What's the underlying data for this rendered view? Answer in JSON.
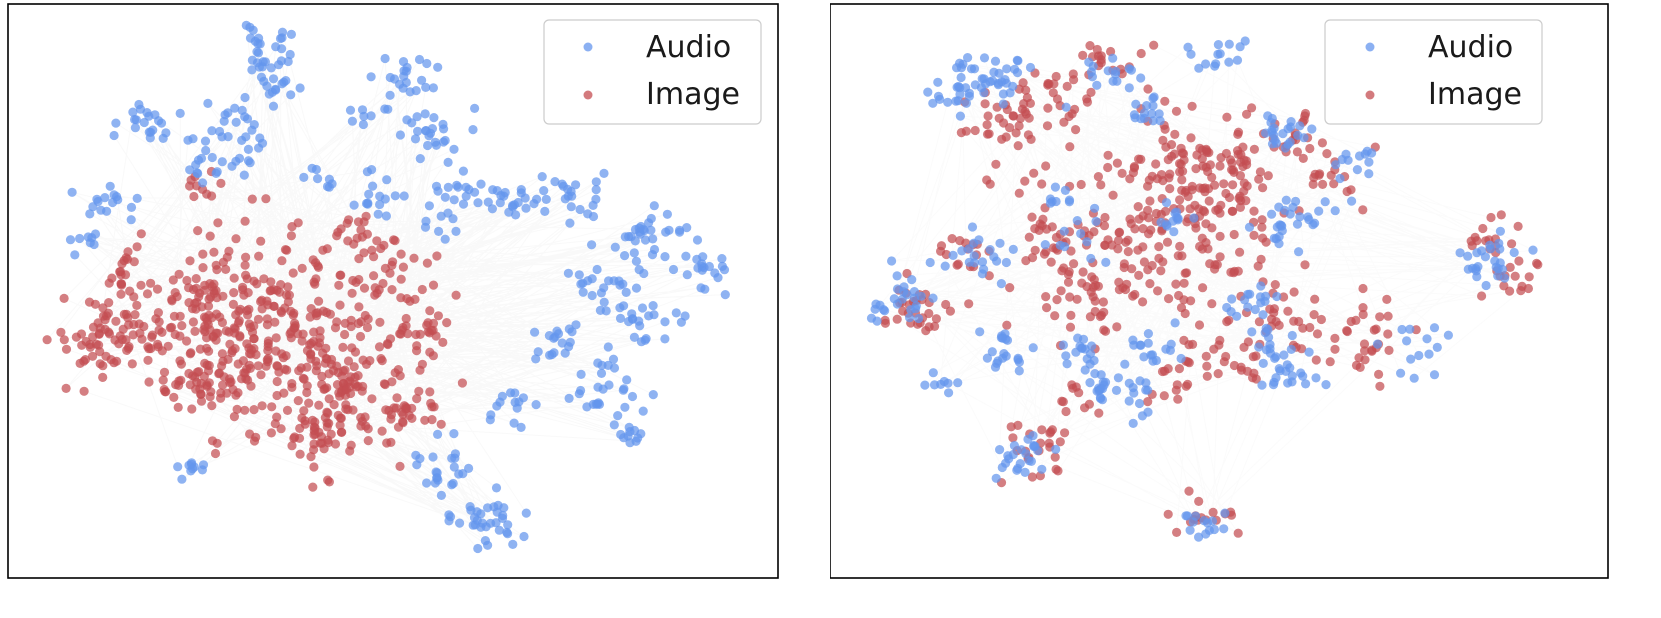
{
  "colors": {
    "audio": "#6495ed",
    "image": "#c44e52",
    "edge": "#b0b0b0",
    "frame": "#000000",
    "legend_border": "#cccccc"
  },
  "chart_data": [
    {
      "type": "scatter",
      "title": "",
      "xlabel": "",
      "ylabel": "",
      "axes_visible": false,
      "grid": false,
      "xlim": [
        0,
        100
      ],
      "ylim": [
        0,
        100
      ],
      "legend": {
        "placement": "top-right",
        "entries": [
          "Audio",
          "Image"
        ]
      },
      "series": [
        {
          "name": "Audio",
          "color": "#6495ed",
          "clusters": [
            {
              "x": 32.5,
              "y": 94.5,
              "n": 28,
              "spread": 2.2
            },
            {
              "x": 33.5,
              "y": 87.5,
              "n": 14,
              "spread": 1.6
            },
            {
              "x": 51.5,
              "y": 89.5,
              "n": 22,
              "spread": 2.0
            },
            {
              "x": 15.0,
              "y": 80.0,
              "n": 22,
              "spread": 2.2
            },
            {
              "x": 26.5,
              "y": 80.5,
              "n": 18,
              "spread": 2.0
            },
            {
              "x": 25.5,
              "y": 74.0,
              "n": 24,
              "spread": 2.6
            },
            {
              "x": 55.0,
              "y": 79.5,
              "n": 26,
              "spread": 2.2
            },
            {
              "x": 45.0,
              "y": 82.0,
              "n": 6,
              "spread": 1.2
            },
            {
              "x": 40.0,
              "y": 71.0,
              "n": 8,
              "spread": 1.2
            },
            {
              "x": 47.5,
              "y": 67.5,
              "n": 16,
              "spread": 2.0
            },
            {
              "x": 58.5,
              "y": 67.5,
              "n": 16,
              "spread": 2.0
            },
            {
              "x": 9.5,
              "y": 66.5,
              "n": 14,
              "spread": 2.0
            },
            {
              "x": 66.5,
              "y": 66.5,
              "n": 22,
              "spread": 2.6
            },
            {
              "x": 76.5,
              "y": 67.5,
              "n": 20,
              "spread": 2.4
            },
            {
              "x": 56.5,
              "y": 61.5,
              "n": 8,
              "spread": 1.4
            },
            {
              "x": 6.5,
              "y": 59.5,
              "n": 10,
              "spread": 1.4
            },
            {
              "x": 86.5,
              "y": 60.0,
              "n": 28,
              "spread": 2.4
            },
            {
              "x": 80.0,
              "y": 52.0,
              "n": 26,
              "spread": 3.0
            },
            {
              "x": 93.5,
              "y": 53.0,
              "n": 20,
              "spread": 2.0
            },
            {
              "x": 84.5,
              "y": 44.5,
              "n": 24,
              "spread": 2.6
            },
            {
              "x": 73.0,
              "y": 42.0,
              "n": 18,
              "spread": 2.0
            },
            {
              "x": 79.5,
              "y": 32.0,
              "n": 28,
              "spread": 2.8
            },
            {
              "x": 66.5,
              "y": 29.5,
              "n": 14,
              "spread": 1.8
            },
            {
              "x": 84.0,
              "y": 23.0,
              "n": 10,
              "spread": 1.4
            },
            {
              "x": 21.5,
              "y": 17.5,
              "n": 10,
              "spread": 1.0
            },
            {
              "x": 57.0,
              "y": 17.5,
              "n": 22,
              "spread": 2.8
            },
            {
              "x": 61.5,
              "y": 9.0,
              "n": 14,
              "spread": 2.4
            },
            {
              "x": 64.5,
              "y": 7.0,
              "n": 22,
              "spread": 2.2
            }
          ]
        },
        {
          "name": "Image",
          "color": "#c44e52",
          "clusters": [
            {
              "x": 36.0,
              "y": 44.0,
              "n": 230,
              "spread": 9.0
            },
            {
              "x": 23.0,
              "y": 45.0,
              "n": 140,
              "spread": 7.0
            },
            {
              "x": 9.0,
              "y": 42.0,
              "n": 70,
              "spread": 4.0
            },
            {
              "x": 43.0,
              "y": 32.0,
              "n": 90,
              "spread": 5.0
            },
            {
              "x": 39.0,
              "y": 23.0,
              "n": 40,
              "spread": 3.0
            },
            {
              "x": 54.0,
              "y": 42.5,
              "n": 22,
              "spread": 2.0
            },
            {
              "x": 52.0,
              "y": 27.5,
              "n": 22,
              "spread": 2.2
            },
            {
              "x": 22.0,
              "y": 34.0,
              "n": 36,
              "spread": 3.0
            },
            {
              "x": 23.5,
              "y": 69.0,
              "n": 10,
              "spread": 1.2
            },
            {
              "x": 44.5,
              "y": 61.0,
              "n": 12,
              "spread": 1.6
            },
            {
              "x": 12.0,
              "y": 55.0,
              "n": 10,
              "spread": 1.4
            },
            {
              "x": 50.0,
              "y": 55.0,
              "n": 16,
              "spread": 2.4
            }
          ]
        }
      ]
    },
    {
      "type": "scatter",
      "title": "",
      "xlabel": "",
      "ylabel": "",
      "axes_visible": false,
      "grid": false,
      "xlim": [
        0,
        100
      ],
      "ylim": [
        0,
        100
      ],
      "legend": {
        "placement": "top-right",
        "entries": [
          "Audio",
          "Image"
        ]
      },
      "series": [
        {
          "name": "Audio",
          "color": "#6495ed",
          "clusters": [
            {
              "x": 19.0,
              "y": 89.5,
              "n": 26,
              "spread": 2.4
            },
            {
              "x": 14.0,
              "y": 87.5,
              "n": 26,
              "spread": 2.2
            },
            {
              "x": 34.5,
              "y": 89.5,
              "n": 14,
              "spread": 2.4
            },
            {
              "x": 50.0,
              "y": 93.0,
              "n": 14,
              "spread": 2.2
            },
            {
              "x": 40.0,
              "y": 83.5,
              "n": 16,
              "spread": 2.0
            },
            {
              "x": 58.0,
              "y": 80.0,
              "n": 12,
              "spread": 1.6
            },
            {
              "x": 60.5,
              "y": 78.5,
              "n": 10,
              "spread": 1.6
            },
            {
              "x": 70.0,
              "y": 74.0,
              "n": 12,
              "spread": 1.6
            },
            {
              "x": 28.0,
              "y": 67.5,
              "n": 8,
              "spread": 1.2
            },
            {
              "x": 44.0,
              "y": 63.0,
              "n": 12,
              "spread": 1.4
            },
            {
              "x": 59.5,
              "y": 61.5,
              "n": 16,
              "spread": 1.8
            },
            {
              "x": 64.0,
              "y": 64.0,
              "n": 12,
              "spread": 1.8
            },
            {
              "x": 17.0,
              "y": 56.5,
              "n": 22,
              "spread": 2.8
            },
            {
              "x": 31.0,
              "y": 59.0,
              "n": 10,
              "spread": 2.4
            },
            {
              "x": 89.0,
              "y": 55.0,
              "n": 26,
              "spread": 2.4
            },
            {
              "x": 5.5,
              "y": 47.5,
              "n": 26,
              "spread": 2.4
            },
            {
              "x": 55.0,
              "y": 47.5,
              "n": 16,
              "spread": 1.8
            },
            {
              "x": 20.5,
              "y": 38.5,
              "n": 20,
              "spread": 2.0
            },
            {
              "x": 31.0,
              "y": 38.5,
              "n": 16,
              "spread": 1.8
            },
            {
              "x": 41.0,
              "y": 40.0,
              "n": 12,
              "spread": 1.6
            },
            {
              "x": 58.5,
              "y": 40.0,
              "n": 12,
              "spread": 1.6
            },
            {
              "x": 60.5,
              "y": 35.0,
              "n": 22,
              "spread": 2.4
            },
            {
              "x": 78.5,
              "y": 39.0,
              "n": 14,
              "spread": 2.4
            },
            {
              "x": 38.5,
              "y": 31.5,
              "n": 24,
              "spread": 2.4
            },
            {
              "x": 34.0,
              "y": 32.0,
              "n": 10,
              "spread": 1.4
            },
            {
              "x": 11.5,
              "y": 33.0,
              "n": 8,
              "spread": 1.0
            },
            {
              "x": 22.5,
              "y": 19.0,
              "n": 24,
              "spread": 2.6
            },
            {
              "x": 49.0,
              "y": 7.0,
              "n": 14,
              "spread": 1.6
            }
          ]
        },
        {
          "name": "Image",
          "color": "#c44e52",
          "clusters": [
            {
              "x": 43.0,
              "y": 63.0,
              "n": 230,
              "spread": 10.0
            },
            {
              "x": 50.0,
              "y": 72.0,
              "n": 60,
              "spread": 5.0
            },
            {
              "x": 20.0,
              "y": 83.0,
              "n": 30,
              "spread": 3.0
            },
            {
              "x": 28.0,
              "y": 87.0,
              "n": 24,
              "spread": 2.8
            },
            {
              "x": 35.5,
              "y": 92.0,
              "n": 14,
              "spread": 2.2
            },
            {
              "x": 61.0,
              "y": 79.0,
              "n": 18,
              "spread": 2.4
            },
            {
              "x": 67.0,
              "y": 73.0,
              "n": 16,
              "spread": 2.4
            },
            {
              "x": 90.0,
              "y": 60.0,
              "n": 14,
              "spread": 2.4
            },
            {
              "x": 92.0,
              "y": 53.0,
              "n": 16,
              "spread": 2.4
            },
            {
              "x": 8.0,
              "y": 47.5,
              "n": 30,
              "spread": 3.0
            },
            {
              "x": 33.0,
              "y": 48.0,
              "n": 30,
              "spread": 3.4
            },
            {
              "x": 60.0,
              "y": 44.5,
              "n": 24,
              "spread": 3.0
            },
            {
              "x": 72.0,
              "y": 40.0,
              "n": 30,
              "spread": 3.6
            },
            {
              "x": 51.0,
              "y": 38.0,
              "n": 26,
              "spread": 3.0
            },
            {
              "x": 27.0,
              "y": 59.0,
              "n": 20,
              "spread": 2.4
            },
            {
              "x": 14.5,
              "y": 56.0,
              "n": 14,
              "spread": 2.2
            },
            {
              "x": 44.5,
              "y": 33.0,
              "n": 14,
              "spread": 2.2
            },
            {
              "x": 25.0,
              "y": 20.0,
              "n": 24,
              "spread": 2.4
            },
            {
              "x": 49.0,
              "y": 8.0,
              "n": 16,
              "spread": 1.8
            },
            {
              "x": 30.0,
              "y": 29.0,
              "n": 10,
              "spread": 2.0
            }
          ]
        }
      ]
    }
  ]
}
